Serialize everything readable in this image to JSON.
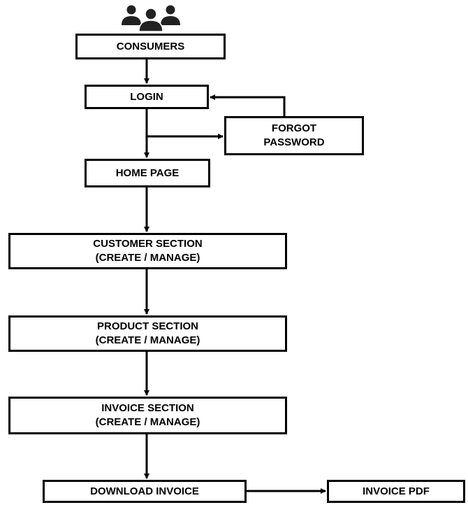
{
  "nodes": {
    "consumers": "CONSUMERS",
    "login": "LOGIN",
    "forgot_password": "FORGOT\nPASSWORD",
    "home_page": "HOME PAGE",
    "customer_section": "CUSTOMER SECTION\n(CREATE / MANAGE)",
    "product_section": "PRODUCT SECTION\n(CREATE / MANAGE)",
    "invoice_section": "INVOICE SECTION\n(CREATE / MANAGE)",
    "download_invoice": "DOWNLOAD INVOICE",
    "invoice_pdf": "INVOICE PDF"
  },
  "edges": [
    {
      "from": "consumers",
      "to": "login"
    },
    {
      "from": "login",
      "to": "home_page"
    },
    {
      "from": "login",
      "to": "forgot_password"
    },
    {
      "from": "forgot_password",
      "to": "login"
    },
    {
      "from": "home_page",
      "to": "customer_section"
    },
    {
      "from": "customer_section",
      "to": "product_section"
    },
    {
      "from": "product_section",
      "to": "invoice_section"
    },
    {
      "from": "invoice_section",
      "to": "download_invoice"
    },
    {
      "from": "download_invoice",
      "to": "invoice_pdf"
    }
  ],
  "icons": {
    "consumers": "users-group-icon"
  },
  "colors": {
    "stroke": "#000000",
    "fill": "#ffffff",
    "icon": "#222222"
  }
}
